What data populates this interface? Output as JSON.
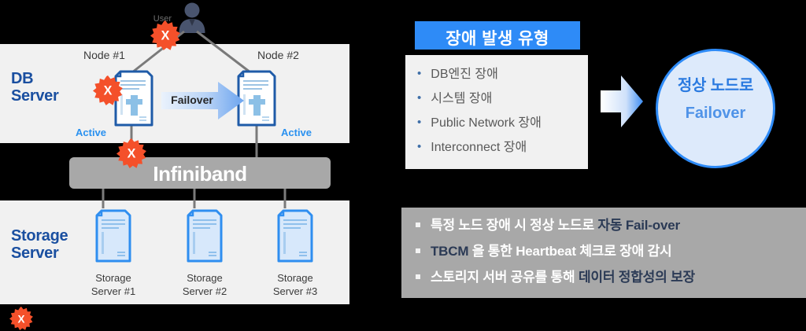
{
  "diagram": {
    "user_label": "User",
    "db_server_label": "DB\nServer",
    "db_server_label_line1": "DB",
    "db_server_label_line2": "Server",
    "storage_server_label_line1": "Storage",
    "storage_server_label_line2": "Server",
    "node1_label": "Node #1",
    "node2_label": "Node #2",
    "node1_state": "Active",
    "node2_state": "Active",
    "failover_arrow_label": "Failover",
    "interconnect_label": "Infiniband",
    "storage_captions": [
      {
        "line1": "Storage",
        "line2": "Server #1"
      },
      {
        "line1": "Storage",
        "line2": "Server #2"
      },
      {
        "line1": "Storage",
        "line2": "Server #3"
      }
    ],
    "fault_marker_label": "X",
    "fault_markers": [
      {
        "name": "fault-marker-user-link"
      },
      {
        "name": "fault-marker-node1"
      },
      {
        "name": "fault-marker-interconnect"
      },
      {
        "name": "fault-marker-legend"
      }
    ]
  },
  "failure_types": {
    "title": "장애 발생 유형",
    "items": [
      "DB엔진 장애",
      "시스템 장애",
      "Public Network 장애",
      "Interconnect 장애"
    ]
  },
  "result": {
    "line1": "정상 노드로",
    "line2": "Failover"
  },
  "notes": [
    {
      "plain_before": "특정 노드 장애 시 정상 노드로 ",
      "emphasis": "자동 Fail-over",
      "plain_after": ""
    },
    {
      "plain_before": "",
      "emphasis": "TBCM",
      "plain_after": " 을 통한 Heartbeat 체크로 장애 감시"
    },
    {
      "plain_before": "스토리지 서버 공유를 통해 ",
      "emphasis": "데이터 정합성의 보장",
      "plain_after": ""
    }
  ],
  "colors": {
    "background": "#000000",
    "panel": "#f1f1f1",
    "accent_blue": "#2e8bf7",
    "dark_blue": "#1a4fa0",
    "gray_bar": "#a8a8a8",
    "fault_orange": "#f4502a",
    "circle_fill": "#ddeafb",
    "note_emphasis": "#2b3a55"
  }
}
